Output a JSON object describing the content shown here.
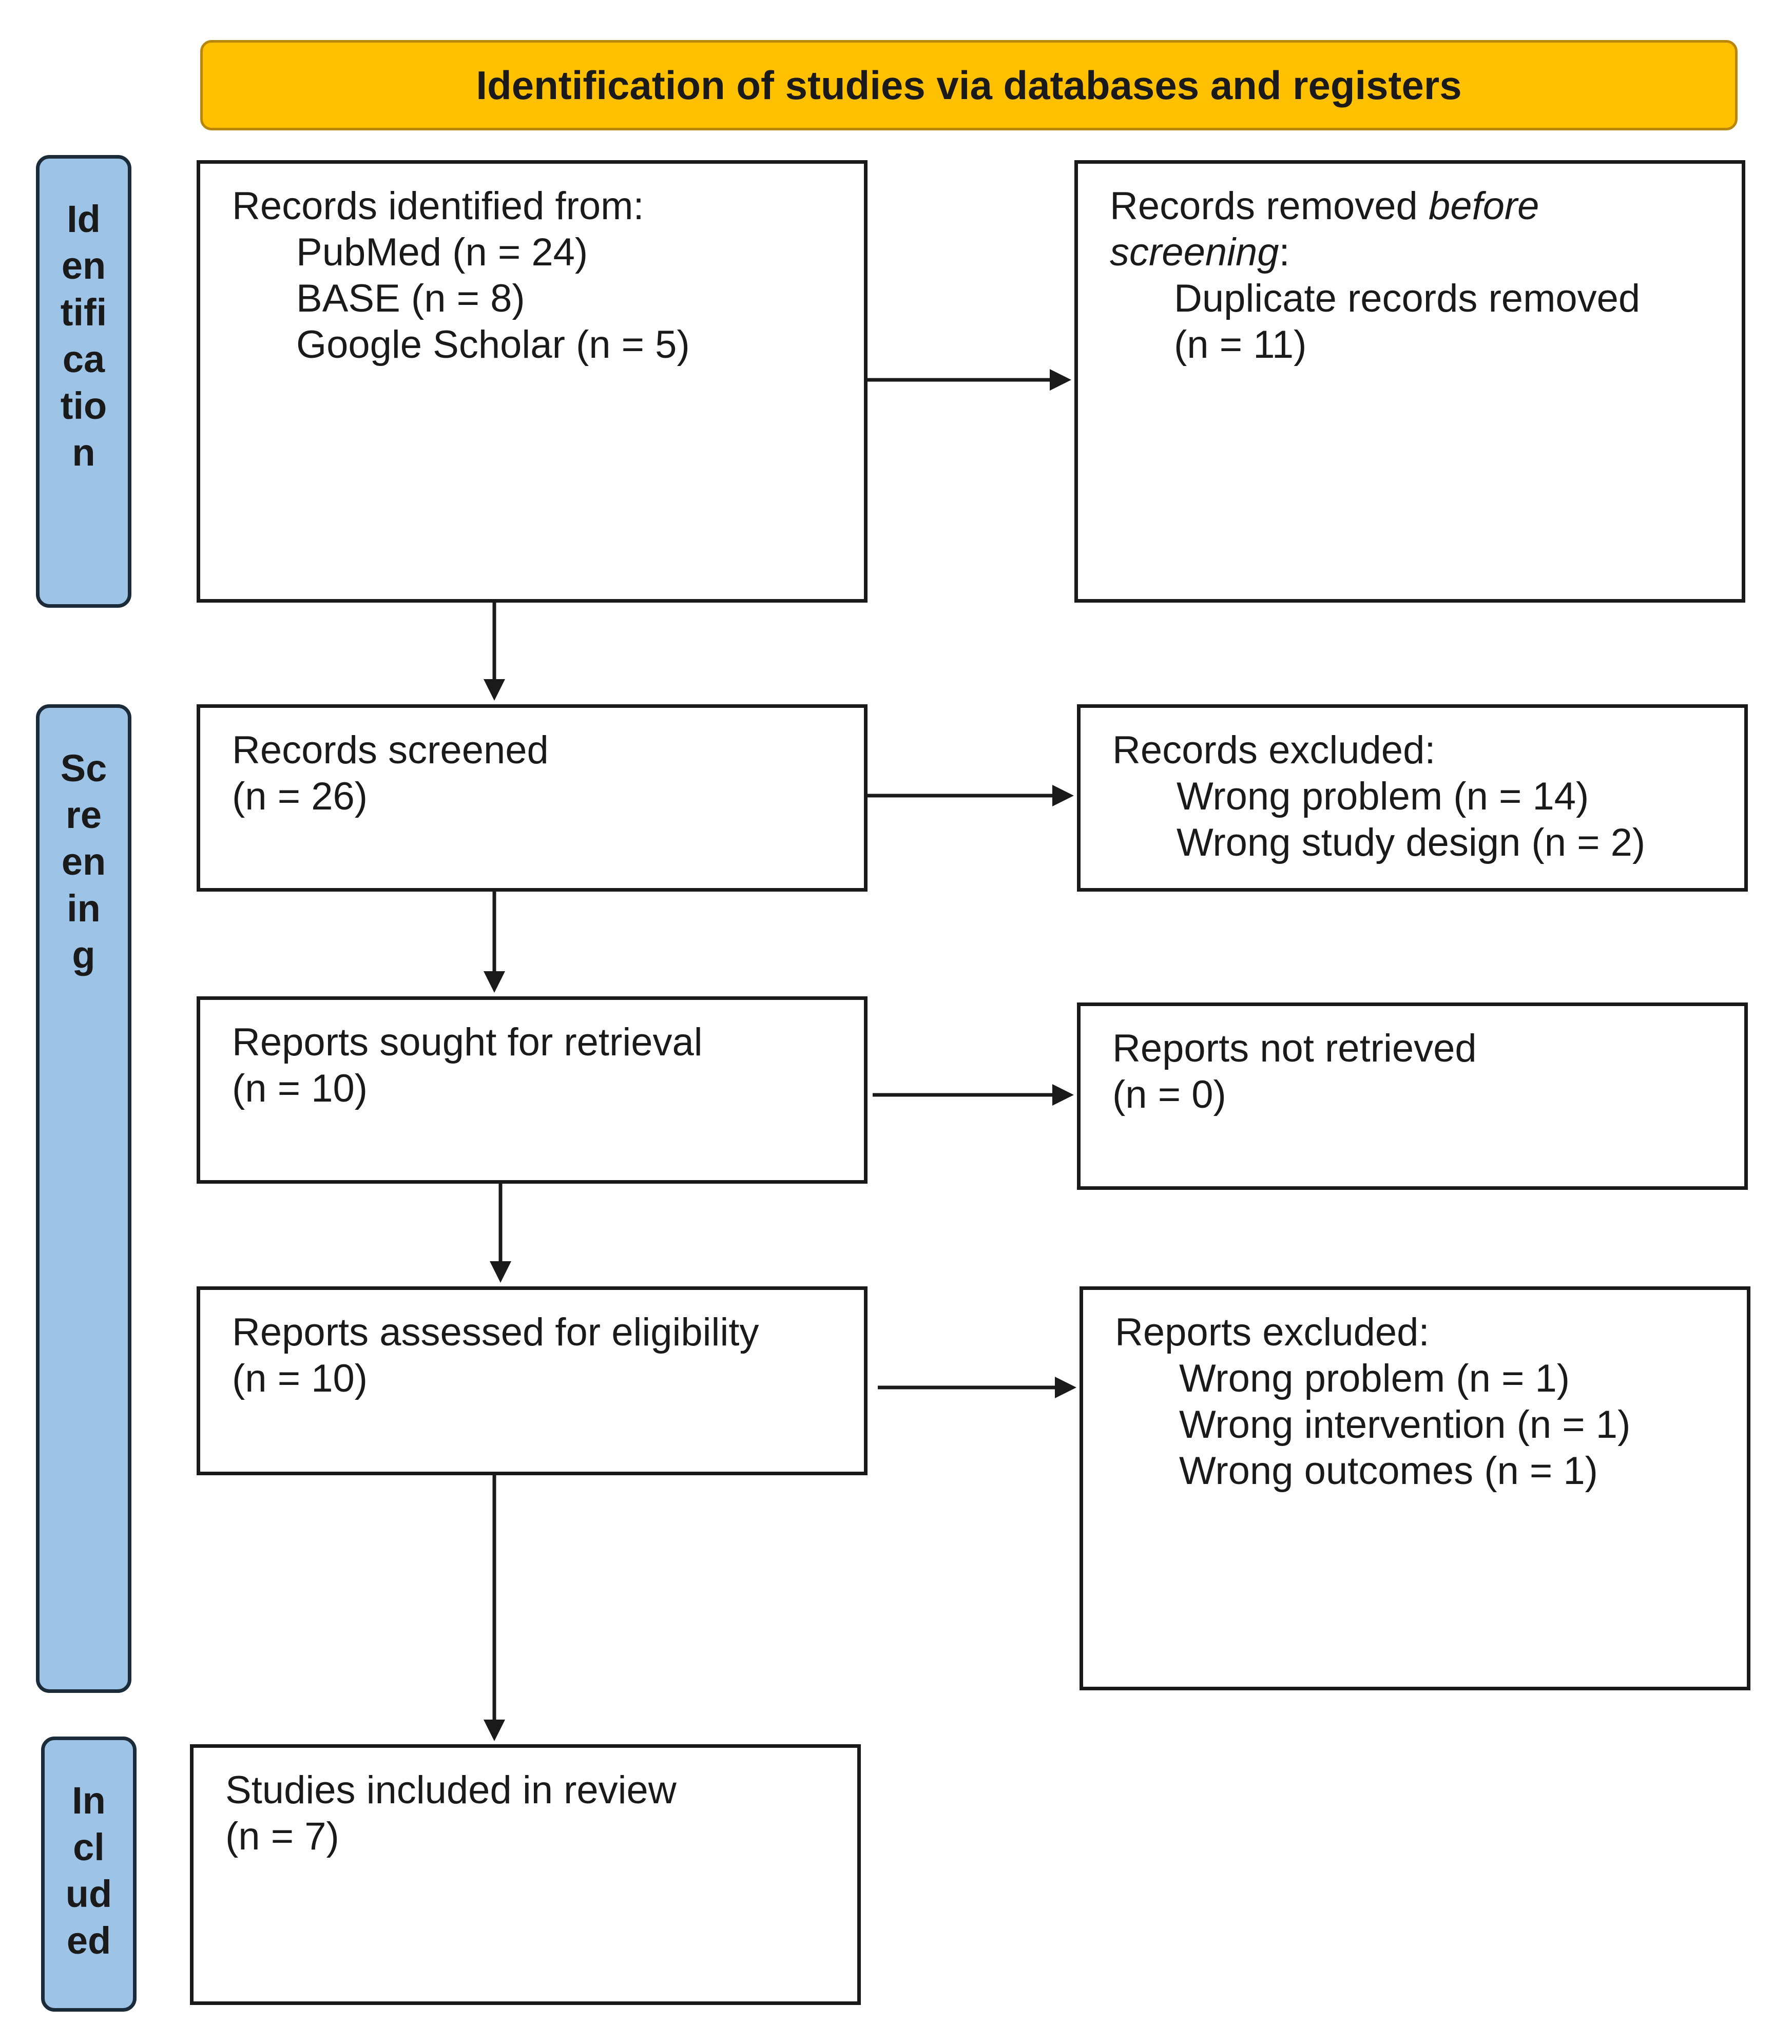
{
  "header": {
    "title": "Identification of studies via databases and registers"
  },
  "phases": {
    "identification": "Identification",
    "screening": "Screening",
    "included": "Included"
  },
  "identified": {
    "title": "Records identified from:",
    "items": [
      "PubMed (n = 24)",
      "BASE (n = 8)",
      "Google Scholar (n = 5)"
    ]
  },
  "removed": {
    "title_start": "Records removed ",
    "title_emph": "before screening",
    "title_end": ":",
    "items": [
      "Duplicate records removed",
      "(n = 11)"
    ]
  },
  "screened": {
    "title": "Records screened",
    "count": "(n = 26)"
  },
  "excluded": {
    "title": "Records excluded:",
    "items": [
      "Wrong problem (n = 14)",
      "Wrong study design (n = 2)"
    ]
  },
  "sought": {
    "title": "Reports sought for retrieval",
    "count": "(n = 10)"
  },
  "not_retrieved": {
    "title": "Reports not retrieved",
    "count": "(n = 0)"
  },
  "assessed": {
    "title": "Reports assessed for eligibility",
    "count": "(n = 10)"
  },
  "reports_excluded": {
    "title": "Reports excluded:",
    "items": [
      "Wrong problem (n = 1)",
      "Wrong intervention (n = 1)",
      "Wrong outcomes (n = 1)"
    ]
  },
  "included_box": {
    "title": "Studies included in review",
    "count": "(n = 7)"
  },
  "colors": {
    "header_fill": "#FFC000",
    "phase_fill": "#9DC3E6",
    "line": "#1a1a1a"
  }
}
